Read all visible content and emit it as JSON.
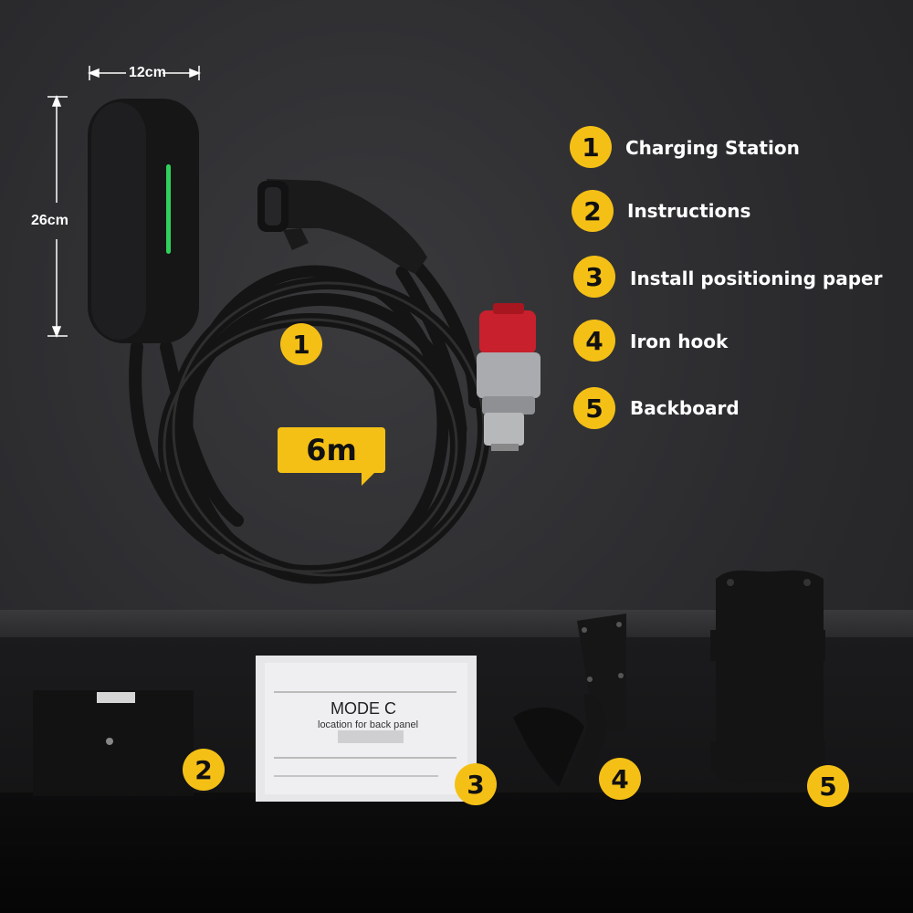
{
  "dimensions": {
    "width": "12cm",
    "height": "26cm"
  },
  "cable_length": "6m",
  "legend": [
    {
      "num": "1",
      "label": "Charging Station"
    },
    {
      "num": "2",
      "label": "Instructions"
    },
    {
      "num": "3",
      "label": "Install positioning paper"
    },
    {
      "num": "4",
      "label": "Iron hook"
    },
    {
      "num": "5",
      "label": "Backboard"
    }
  ],
  "callouts": {
    "station": "1",
    "box": "2",
    "paper": "3",
    "hook": "4",
    "backboard": "5"
  },
  "booklet": {
    "title": "MODE C",
    "subtitle": "location for back panel"
  },
  "colors": {
    "accent": "#f5c016",
    "led": "#2fd15a",
    "plug_red": "#c8202c"
  }
}
